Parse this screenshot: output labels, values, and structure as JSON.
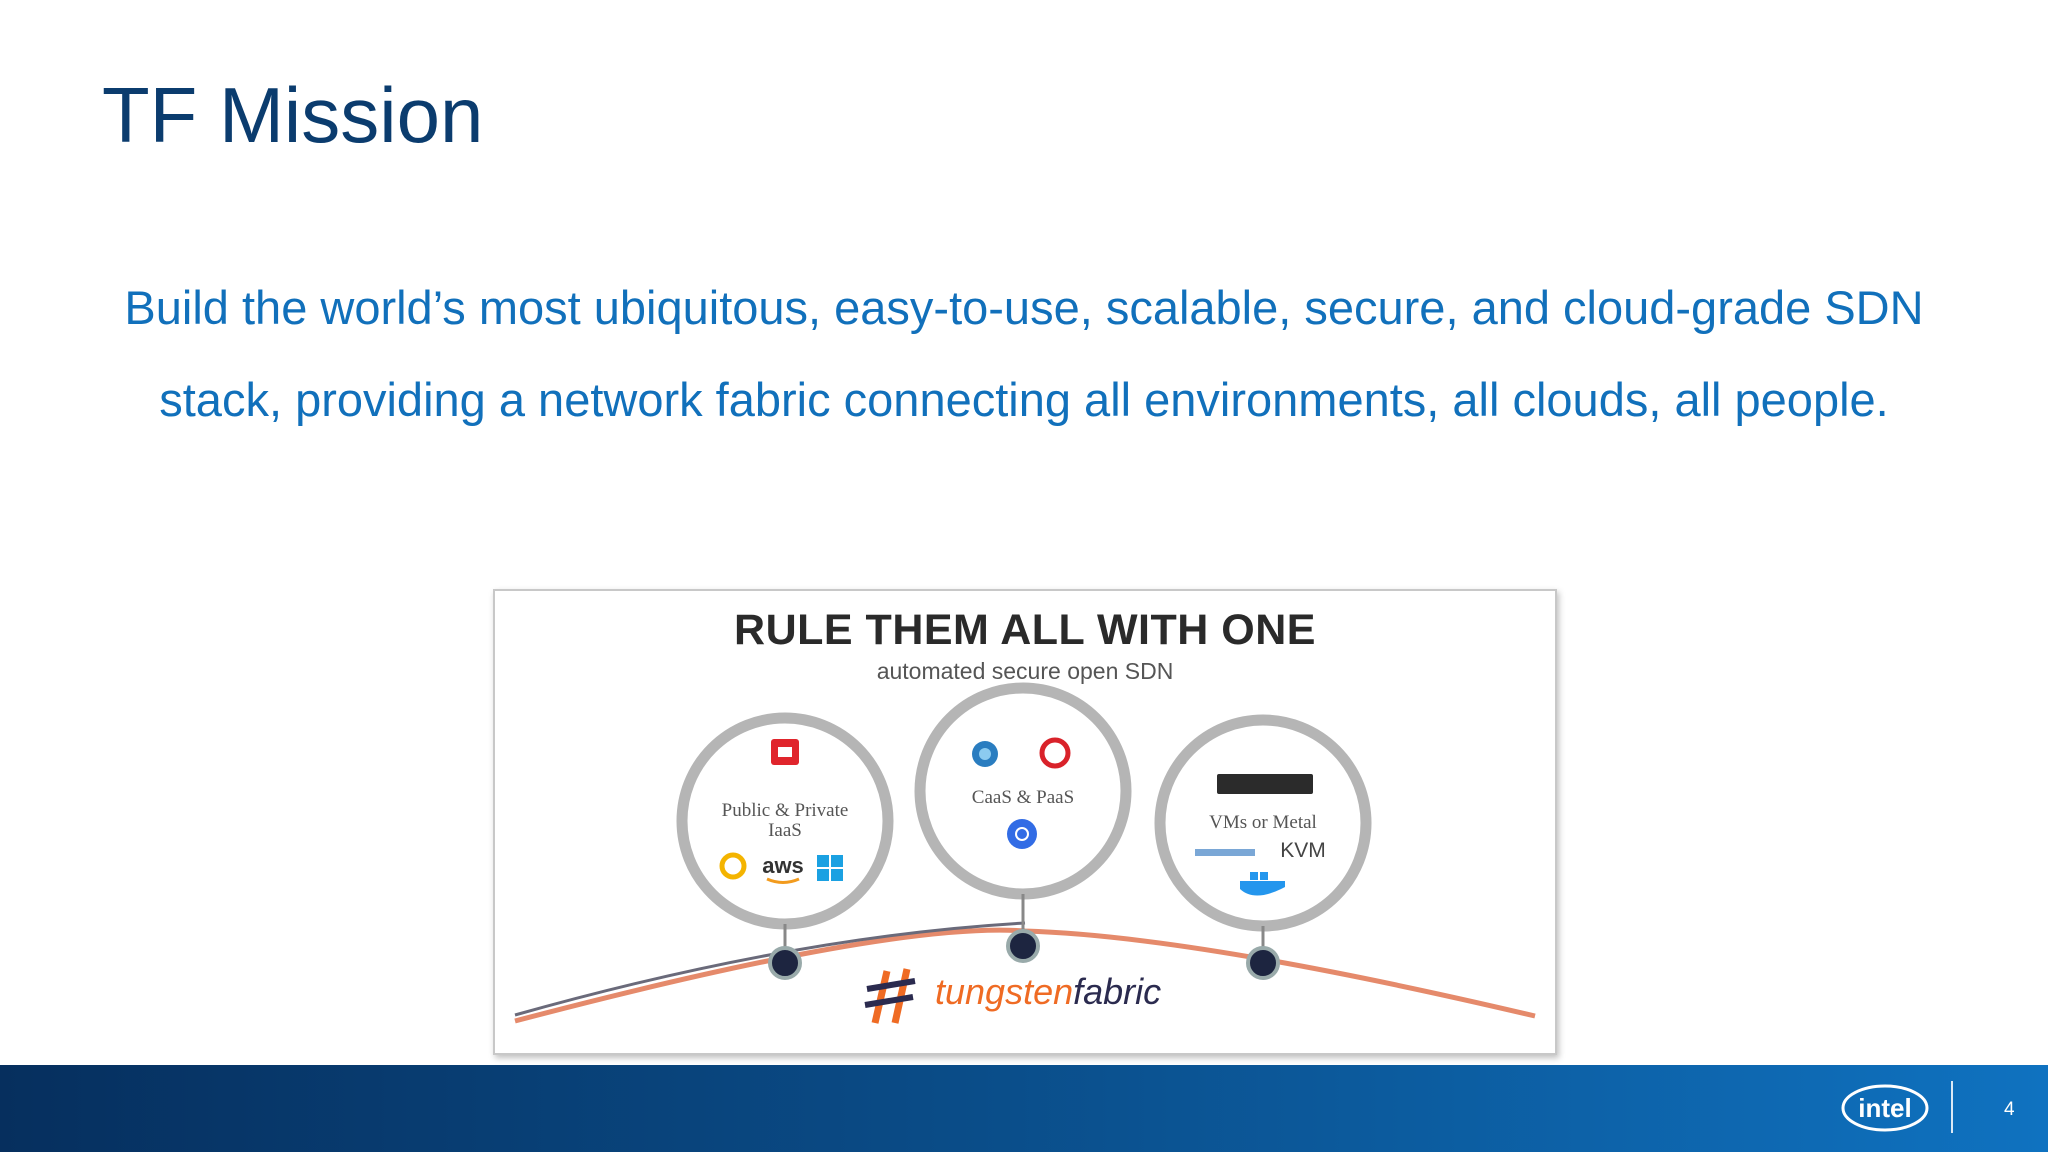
{
  "slide": {
    "title": "TF Mission",
    "mission": "Build the world’s most ubiquitous, easy-to-use, scalable, secure, and cloud-grade SDN stack, providing a network fabric connecting all environments, all clouds, all people.",
    "page_number": "4"
  },
  "figure": {
    "title": "RULE THEM ALL WITH ONE",
    "subtitle": "automated secure open SDN",
    "circles": [
      {
        "line1": "Public & Private",
        "line2": "IaaS",
        "logos": [
          "openstack-icon",
          "google-cloud-icon",
          "aws-icon",
          "windows-icon"
        ],
        "logo_text": "aws"
      },
      {
        "line1": "CaaS & PaaS",
        "line2": "",
        "logos": [
          "docker-swarm-icon",
          "openshift-icon",
          "kubernetes-icon"
        ]
      },
      {
        "line1": "VMs or Metal",
        "line2": "",
        "logos": [
          "server-icon",
          "vmware-icon",
          "kvm-icon",
          "docker-icon"
        ],
        "logo_text": "KVM"
      }
    ],
    "brand_prefix": "tungsten",
    "brand_suffix": "fabric"
  },
  "footer": {
    "logo_text": "intel",
    "colors": {
      "start": "#062f5e",
      "end": "#0f72c0"
    }
  }
}
